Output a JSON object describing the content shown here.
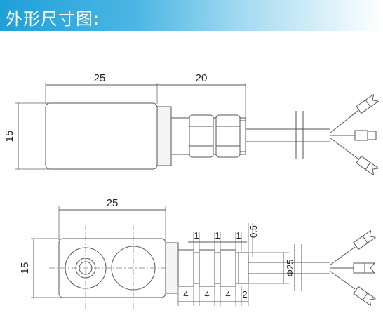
{
  "header": {
    "title": "外形尺寸图:"
  },
  "top_view": {
    "body_length": "25",
    "threaded_length": "20",
    "height": "15"
  },
  "bottom_view": {
    "body_length": "25",
    "height": "15",
    "ring_gap_1": "1",
    "ring_gap_2": "1",
    "ring_gap_3": "1",
    "ring_offset": "0.5",
    "diameter": "Φ25",
    "ring_width_1": "4",
    "ring_width_2": "4",
    "ring_width_3": "4",
    "end_width": "2"
  }
}
